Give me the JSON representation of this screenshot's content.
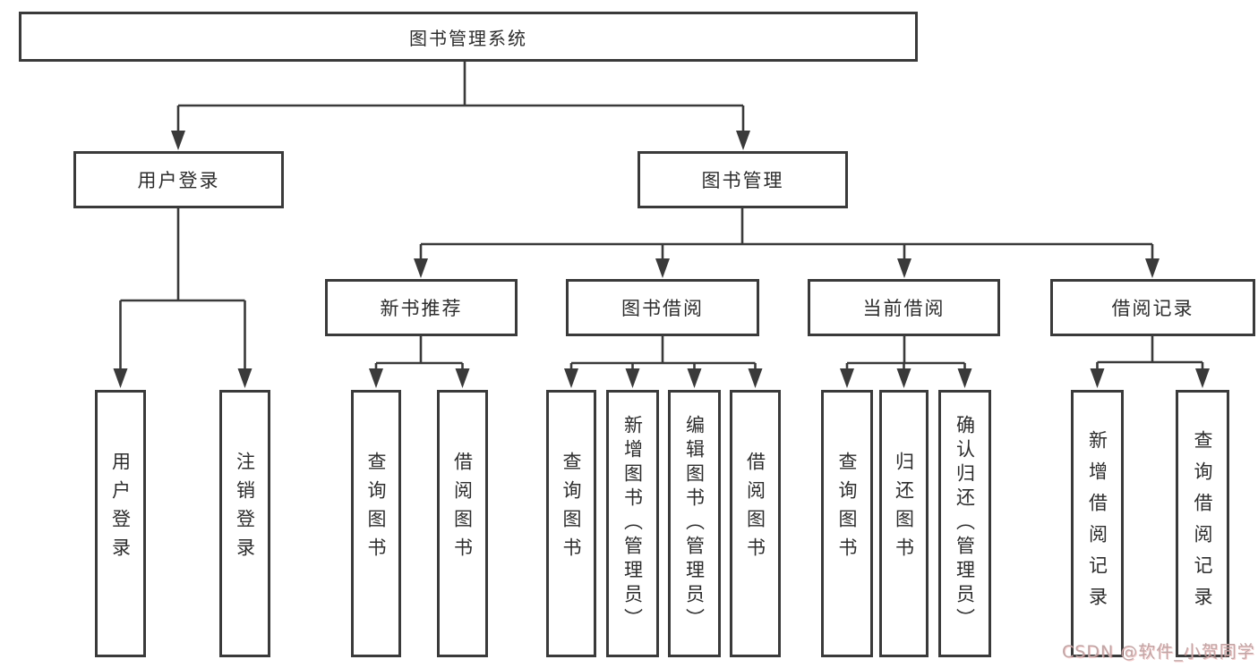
{
  "diagram": {
    "title": "图书管理系统",
    "root": {
      "label": "图书管理系统"
    },
    "level1": [
      {
        "label": "用户登录"
      },
      {
        "label": "图书管理"
      }
    ],
    "level2": [
      {
        "label": "新书推荐"
      },
      {
        "label": "图书借阅"
      },
      {
        "label": "当前借阅"
      },
      {
        "label": "借阅记录"
      }
    ],
    "leaves": [
      {
        "label": "用户登录",
        "parent": "用户登录"
      },
      {
        "label": "注销登录",
        "parent": "用户登录"
      },
      {
        "label": "查询图书",
        "parent": "新书推荐"
      },
      {
        "label": "借阅图书",
        "parent": "新书推荐"
      },
      {
        "label": "查询图书",
        "parent": "图书借阅"
      },
      {
        "label": "新增图书（管理员）",
        "parent": "图书借阅"
      },
      {
        "label": "编辑图书（管理员）",
        "parent": "图书借阅"
      },
      {
        "label": "借阅图书",
        "parent": "图书借阅"
      },
      {
        "label": "查询图书",
        "parent": "当前借阅"
      },
      {
        "label": "归还图书",
        "parent": "当前借阅"
      },
      {
        "label": "确认归还（管理员）",
        "parent": "当前借阅"
      },
      {
        "label": "新增借阅记录",
        "parent": "借阅记录"
      },
      {
        "label": "查询借阅记录",
        "parent": "借阅记录"
      }
    ]
  },
  "watermark": {
    "text": "CSDN @软件_小贺同学"
  },
  "colors": {
    "line": "#3a3a3a",
    "text": "#2d2d2d",
    "background": "#ffffff",
    "watermark": "#c0a6a6"
  }
}
